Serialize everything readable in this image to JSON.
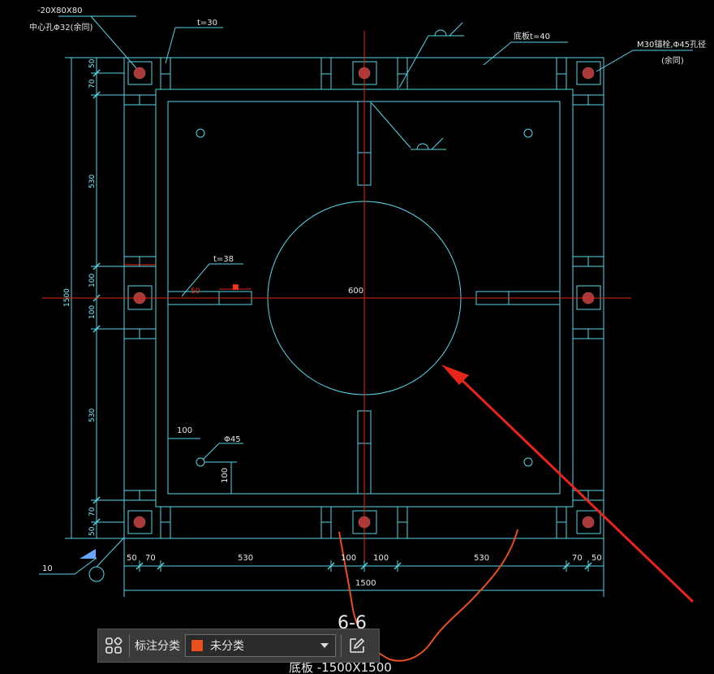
{
  "drawing": {
    "dims": {
      "left_70_top": "70",
      "left_50_top": "50",
      "left_530_top": "530",
      "left_100_a": "100",
      "left_100_b": "100",
      "left_530_bottom": "530",
      "left_70_bottom": "70",
      "left_50_bottom": "50",
      "left_total": "1500",
      "bottom_50_l": "50",
      "bottom_70_l": "70",
      "bottom_530_l": "530",
      "bottom_100_l": "100",
      "bottom_100_r": "100",
      "bottom_530_r": "530",
      "bottom_70_r": "70",
      "bottom_50_r": "50",
      "bottom_total": "1500",
      "circle_dia": "600",
      "hole_offset_x": "100",
      "hole_offset_y": "100",
      "weld_10": "10"
    },
    "callouts": {
      "plate_size": "-20X80X80",
      "center_hole": "中心孔Φ32(余同)",
      "rib_t30": "t=30",
      "base_plate": "底板t=40",
      "anchor_bolt": "M30锚栓,Φ45孔径",
      "anchor_bolt_note": "(余同)",
      "rib_t38": "t=38",
      "hole_d45": "Φ45",
      "red_small_a": "50",
      "red_small_b": "■"
    },
    "section_title": "6-6",
    "section_subtitle": "底板 -1500X1500"
  },
  "toolbar": {
    "label": "标注分类",
    "select_value": "未分类",
    "swatch_color": "#e8501d",
    "grid_icon": "grid-icon",
    "edit_icon": "edit-icon"
  }
}
